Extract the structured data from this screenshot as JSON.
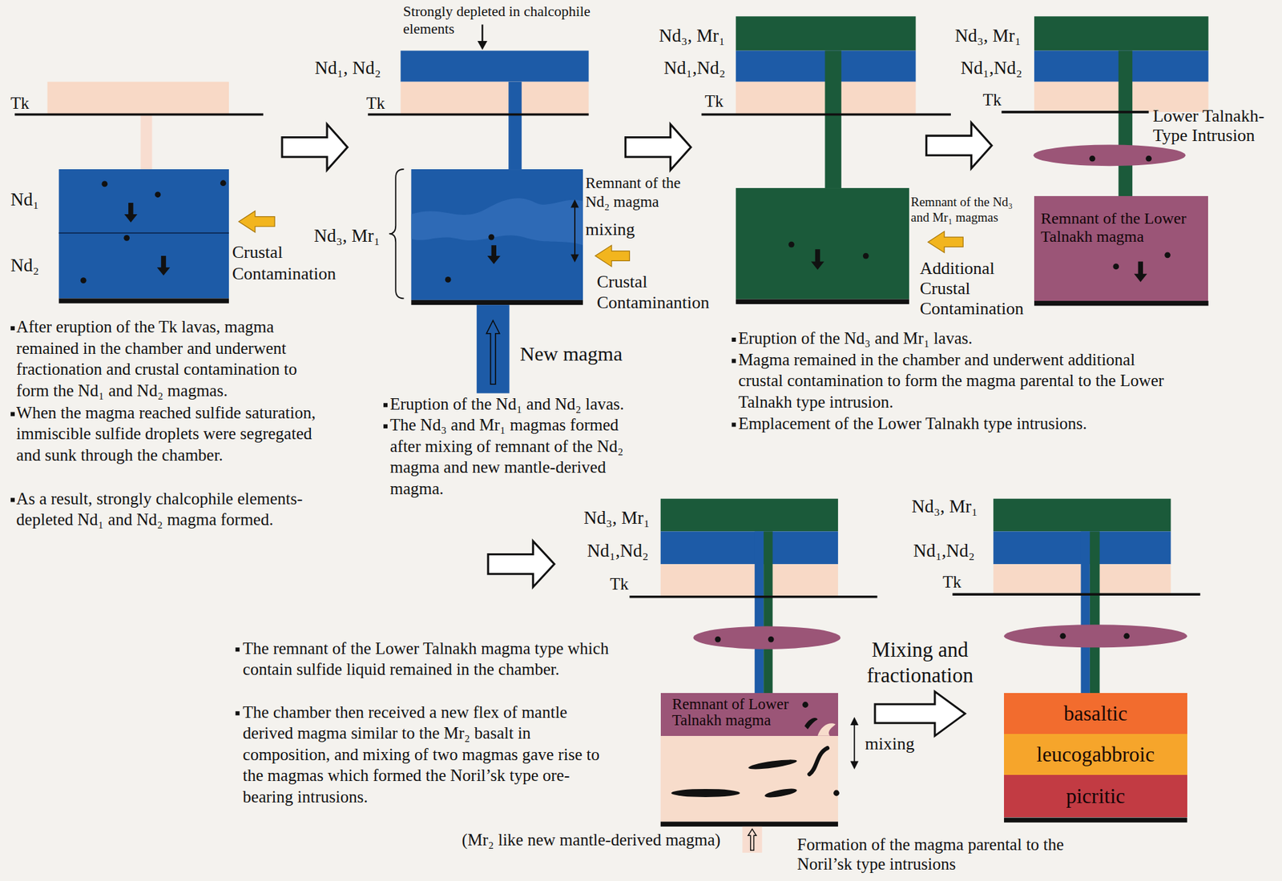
{
  "diagram": {
    "nodes": [
      {
        "text": [
          "Remnant of the Lower Talnakh magma"
        ]
      },
      {
        "text": [
          "Remnant of Lower Talnakh magma"
        ]
      },
      {
        "text": [
          "basaltic"
        ]
      },
      {
        "text": [
          "leucogabbroic"
        ]
      },
      {
        "text": [
          "picritic"
        ]
      }
    ],
    "edges": [
      {
        "from": 1,
        "to": 2,
        "arrow": "to",
        "label": "Mixing and fractionation"
      }
    ],
    "labels": [
      "Tk",
      "Nd₁",
      "Nd₂",
      "Crustal Contamination",
      "After eruption of the Tk lavas, magma remained in the chamber and underwent fractionation and crustal contamination to form the Nd₁ and Nd₂ magmas.",
      "When the magma reached sulfide saturation, immiscible sulfide droplets were segregated and sunk through the chamber.",
      "As a result, strongly chalcophile elements-depleted Nd₁ and Nd₂ magma formed.",
      "Strongly depleted in chalcophile elements",
      "Nd₁, Nd₂",
      "Tk",
      "Nd₃, Mr₁",
      "Remnant of the Nd₂ magma",
      "mixing",
      "Crustal Contaminantion",
      "New magma",
      "Eruption of the Nd₁ and Nd₂ lavas.",
      "The Nd₃ and Mr₁ magmas formed after mixing of remnant of the Nd₂ magma and new mantle-derived magma.",
      "Nd₃, Mr₁",
      "Nd₁,Nd₂",
      "Tk",
      "Remnant of the Nd₃ and Mr₁ magmas",
      "Additional Crustal Contamination",
      "Eruption of the Nd₃ and Mr₁ lavas.",
      "Magma remained in the chamber and underwent additional crustal contamination to form the magma parental to the Lower Talnakh type intrusion.",
      "Emplacement of the Lower Talnakh type intrusions.",
      "Nd₃, Mr₁",
      "Nd₁,Nd₂",
      "Tk",
      "Lower Talnakh-Type Intrusion",
      "Nd₃, Mr₁",
      "Nd₁,Nd₂",
      "Tk",
      "mixing",
      "(Mr₂ like new mantle-derived magma)",
      "The remnant of the Lower Talnakh magma type which contain sulfide liquid remained in the chamber.",
      "The chamber then received a new flex of mantle derived magma similar to the Mr₂ basalt in composition, and mixing of two magmas gave rise to the magmas which formed the Noril’sk type ore-bearing intrusions.",
      "Nd₃, Mr₁",
      "Nd₁,Nd₂",
      "Tk",
      "Formation of the magma parental to the Noril’sk type intrusions"
    ]
  }
}
